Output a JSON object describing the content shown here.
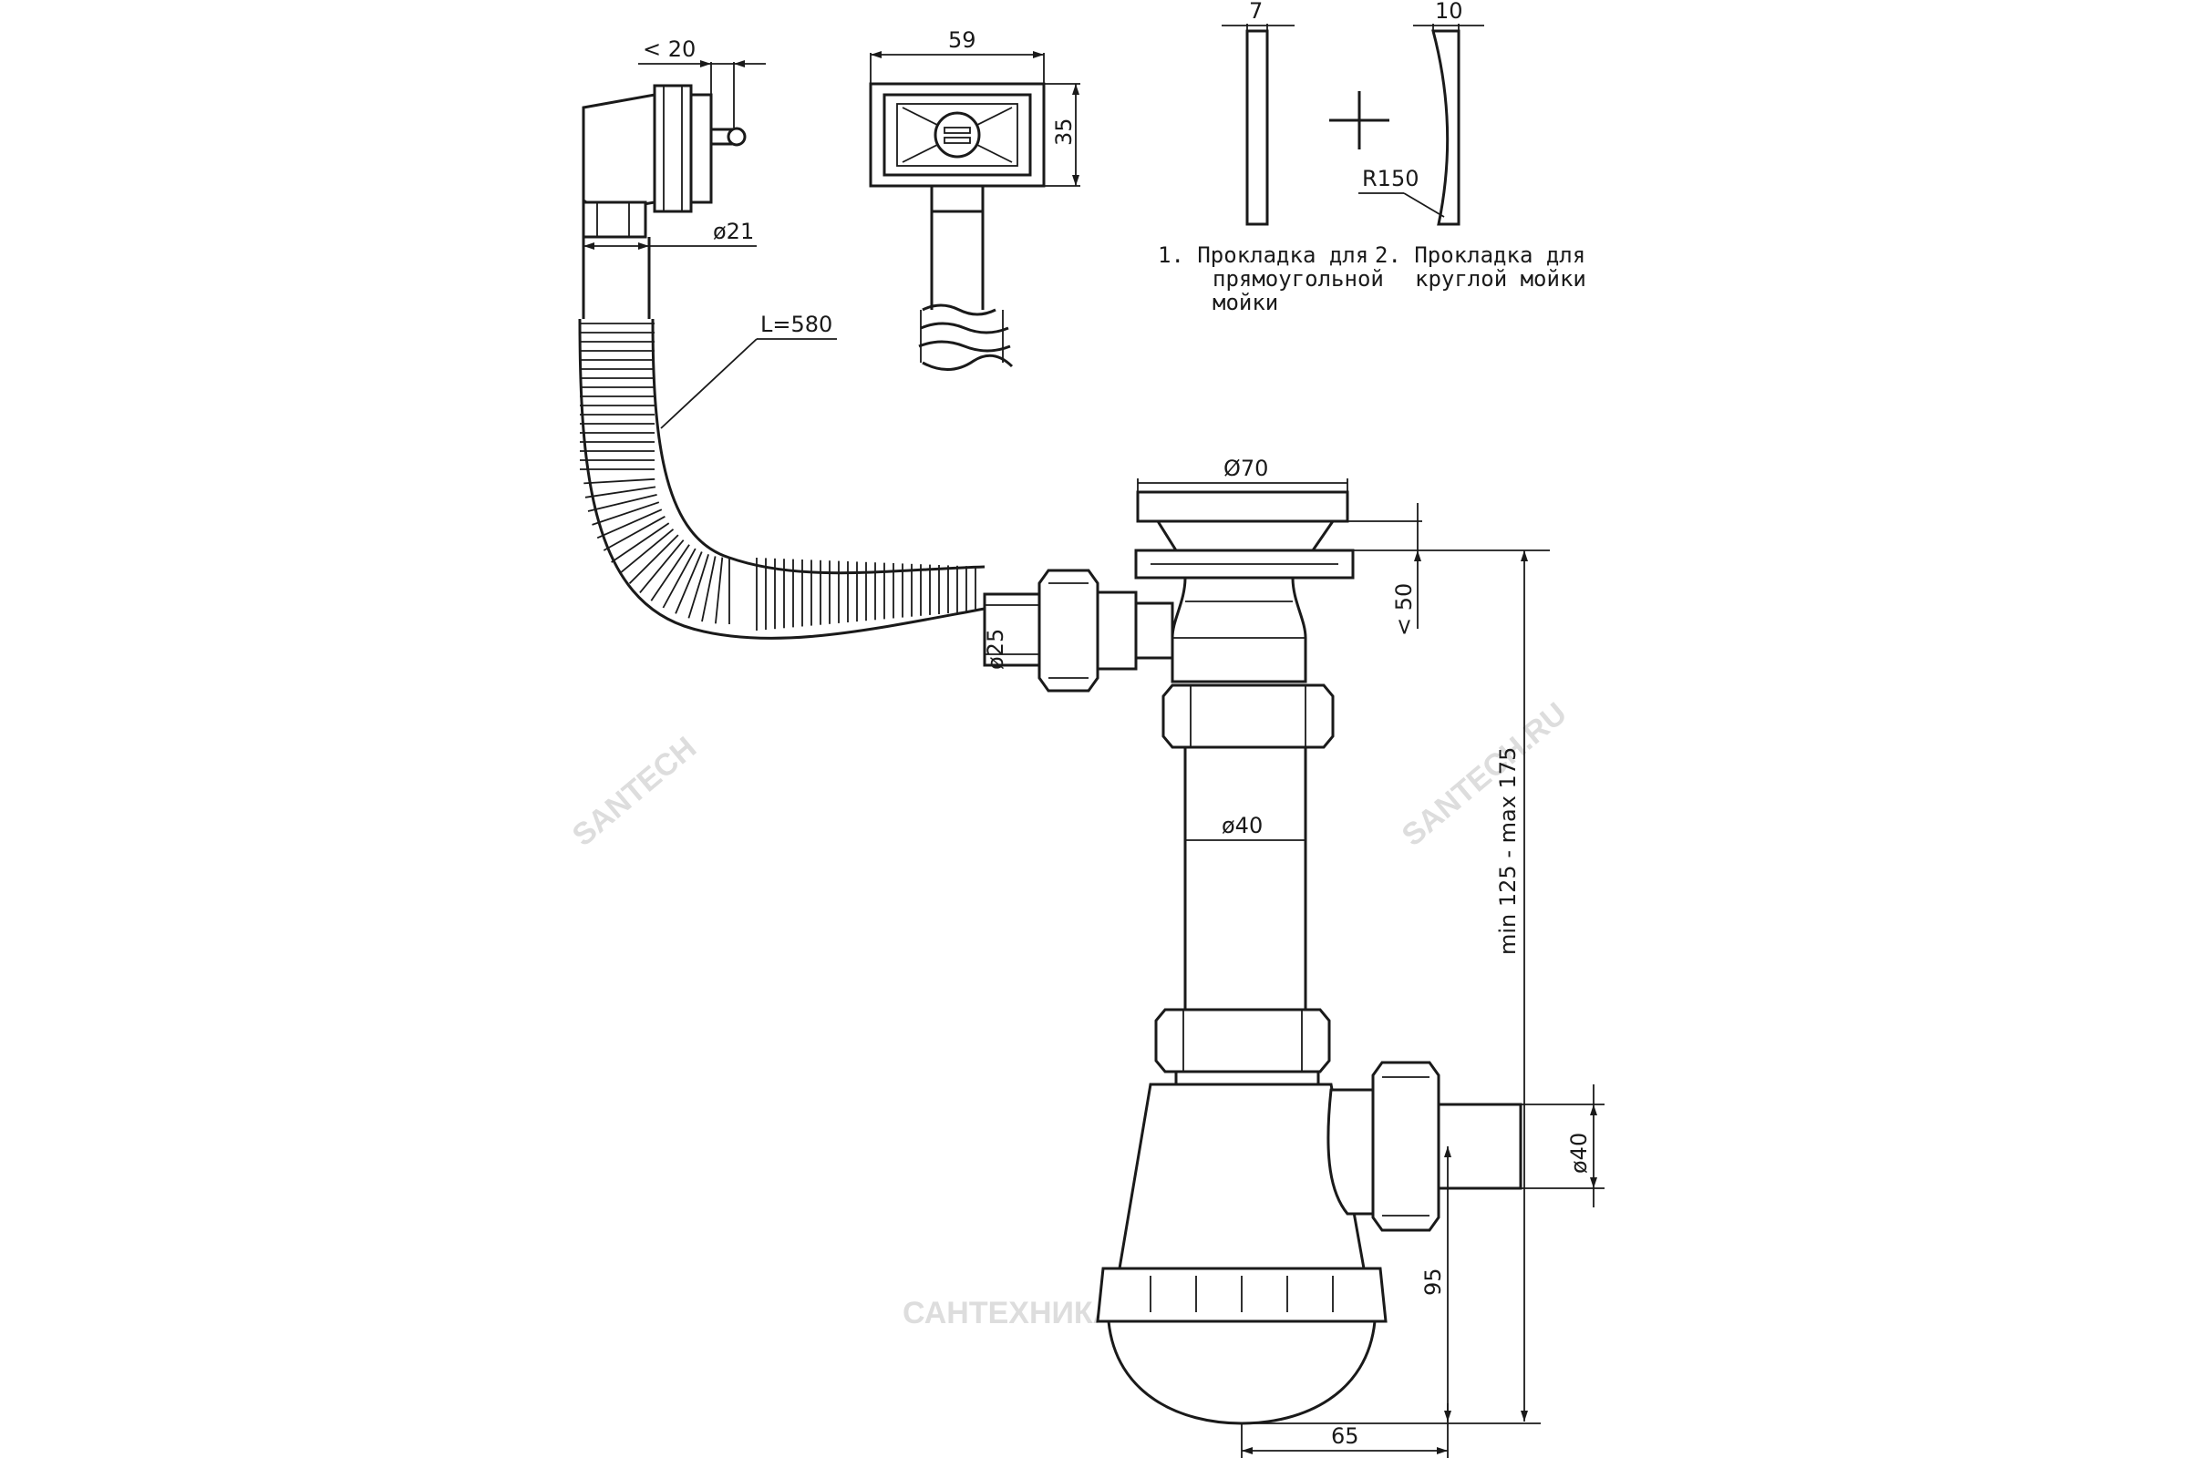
{
  "dimensions": {
    "overflow_offset": "< 20",
    "overflow_pipe": "ø21",
    "hose_length": "L=580",
    "grille_width": "59",
    "grille_height": "35",
    "gasket1_thickness": "7",
    "gasket2_thickness": "10",
    "gasket2_radius": "R150",
    "outlet_grate": "Ø70",
    "outlet_height": "< 50",
    "side_inlet": "ø25",
    "tube": "ø40",
    "total_height": "min 125 - max 175",
    "outlet": "ø40",
    "bottle_height": "95",
    "bottle_offset": "65"
  },
  "notes": {
    "item1_line1": "1. Прокладка для",
    "item1_line2": "прямоугольной",
    "item1_line3": "мойки",
    "item2_line1": "2. Прокладка для",
    "item2_line2": "круглой    мойки"
  },
  "watermark": {
    "text": "САНТЕХНИКА ОНЛАЙН",
    "diag_left": "SANTECH",
    "diag_right": "SANTECH.RU"
  }
}
